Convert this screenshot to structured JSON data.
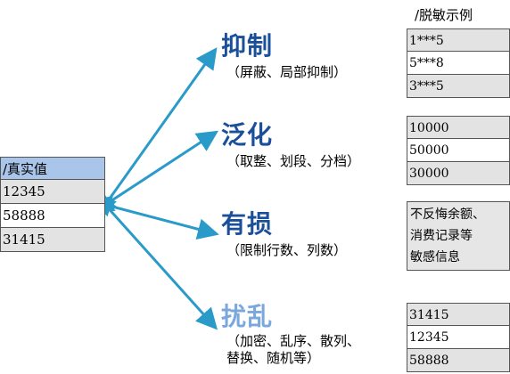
{
  "colors": {
    "arrow": "#2a9ac8",
    "title_primary": "#1a4f99",
    "title_light": "#7aa7dc",
    "header_fill": "#a9c6ea",
    "cell_gray": "#e3e3e3"
  },
  "left": {
    "header": "/真实值",
    "rows": [
      "12345",
      "58888",
      "31415"
    ]
  },
  "right": {
    "header": "/脱敏示例"
  },
  "methods": [
    {
      "title": "抑制",
      "note": "（屏蔽、局部抑制）",
      "examples": [
        "1***5",
        "5***8",
        "3***5"
      ]
    },
    {
      "title": "泛化",
      "note": "（取整、划段、分档）",
      "examples": [
        "10000",
        "50000",
        "30000"
      ]
    },
    {
      "title": "有损",
      "note": "（限制行数、列数）",
      "text": [
        "不反悔余额、",
        "消费记录等",
        "敏感信息"
      ]
    },
    {
      "title": "扰乱",
      "note_lines": [
        "（加密、乱序、散列、",
        "替换、随机等）"
      ],
      "examples": [
        "31415",
        "12345",
        "58888"
      ]
    }
  ]
}
